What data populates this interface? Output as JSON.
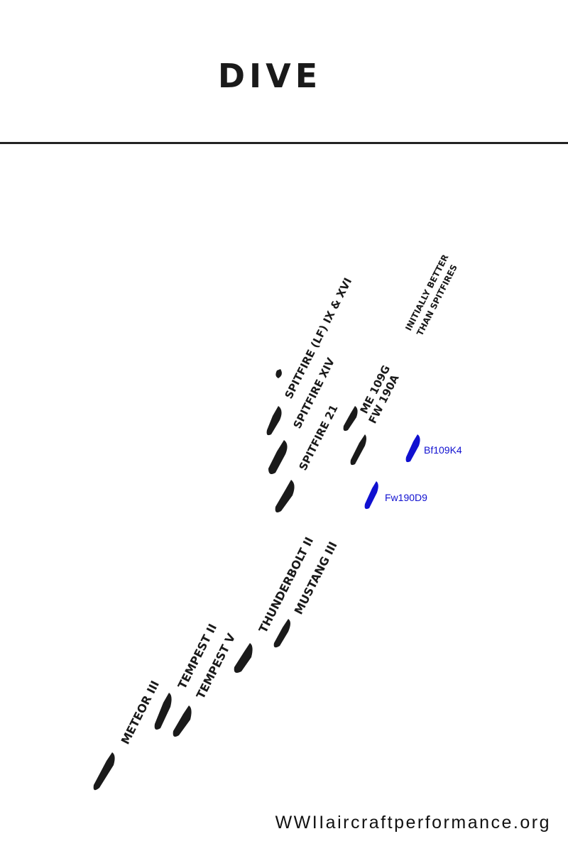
{
  "title": "DIVE",
  "credit": "WWIIaircraftperformance.org",
  "colors": {
    "ink": "#1a1a1a",
    "overlay": "#1010d0"
  },
  "labels": {
    "spitfire_lf": "SPITFIRE (LF) IX & XVI",
    "spitfire_xiv": "SPITFIRE XIV",
    "spitfire_21": "SPITFIRE 21",
    "me109g": "ME 109G",
    "fw190a": "FW 190A",
    "note_line1": "INITIALLY BETTER",
    "note_line2": "THAN SPITFIRES",
    "thunderbolt": "THUNDERBOLT II",
    "mustang": "MUSTANG III",
    "tempest_ii": "TEMPEST II",
    "tempest_v": "TEMPEST V",
    "meteor": "METEOR III",
    "bf109k4": "Bf109K4",
    "fw190d9": "Fw190D9"
  }
}
